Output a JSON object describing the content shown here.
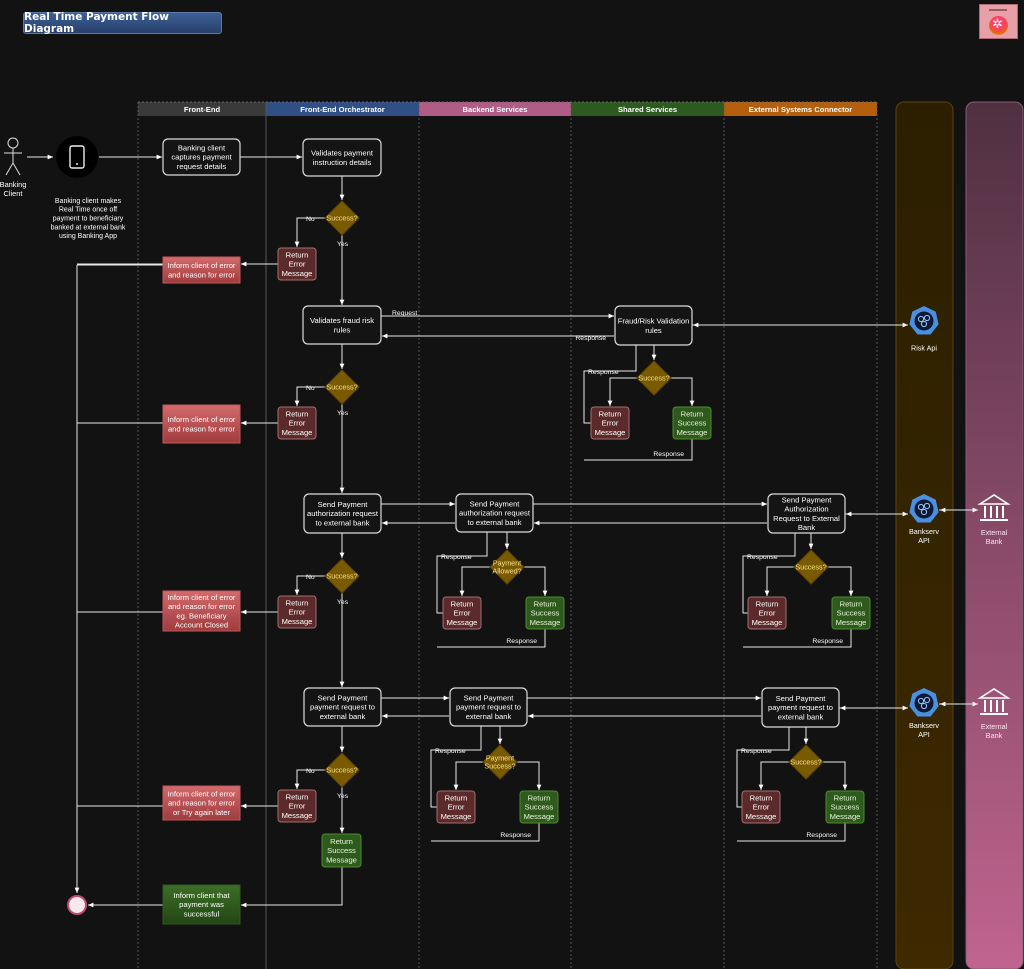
{
  "title": "Real Time Payment Flow Diagram",
  "logo_icon": "brand-logo-icon",
  "lanes": [
    {
      "id": "frontend",
      "label": "Front-End",
      "color": "#3a3a3a"
    },
    {
      "id": "orchestrator",
      "label": "Front-End Orchestrator",
      "color": "#2f4f86"
    },
    {
      "id": "backend",
      "label": "Backend Services",
      "color": "#b05c86"
    },
    {
      "id": "shared",
      "label": "Shared Services",
      "color": "#2d5a1f"
    },
    {
      "id": "external",
      "label": "External Systems Connector",
      "color": "#b35f0c"
    }
  ],
  "side_pools": {
    "api_pool_color": "#2e2000",
    "bank_pool_color": "#6a3550"
  },
  "actor": {
    "label_line1": "Banking",
    "label_line2": "Client",
    "icon": "person-icon"
  },
  "app_icon": {
    "icon": "mobile-phone-icon"
  },
  "app_description": [
    "Banking client makes",
    "Real Time once off",
    "payment to beneficiary",
    "banked at external bank",
    "using Banking App"
  ],
  "nodes": {
    "capture": [
      "Banking client",
      "captures payment",
      "request details"
    ],
    "validate": [
      "Validates payment",
      "instruction details"
    ],
    "fraud": [
      "Validates fraud risk",
      "rules"
    ],
    "fraud_service": [
      "Fraud/Risk Validation",
      "rules"
    ],
    "auth_orch": [
      "Send Payment",
      "authorization request",
      "to external bank"
    ],
    "auth_backend": [
      "Send Payment",
      "authorization request",
      "to external bank"
    ],
    "auth_external": [
      "Send Payment",
      "Authorization",
      "Request to External",
      "Bank"
    ],
    "pay_orch": [
      "Send Payment",
      "payment request to",
      "external bank"
    ],
    "pay_backend": [
      "Send Payment",
      "payment request to",
      "external bank"
    ],
    "pay_external": [
      "Send Payment",
      "payment request to",
      "external bank"
    ]
  },
  "inform_error": [
    [
      "Inform client of error",
      "and reason for error"
    ],
    [
      "Inform client of error",
      "and reason for error"
    ],
    [
      "Inform client of error",
      "and reason for error",
      "eg. Beneficiary",
      "Account Closed"
    ],
    [
      "Inform client of error",
      "and reason for error",
      "or Try again later"
    ]
  ],
  "inform_success": [
    "Inform client that",
    "payment was",
    "successful"
  ],
  "return_error": [
    "Return",
    "Error",
    "Message"
  ],
  "return_success": [
    "Return",
    "Success",
    "Message"
  ],
  "decisions": {
    "success": "Success?",
    "payment_allowed": [
      "Payment",
      "Allowed?"
    ],
    "payment_success": [
      "Payment",
      "Success?"
    ]
  },
  "edge_labels": {
    "no": "No",
    "yes": "Yes",
    "request": "Request",
    "response": "Response"
  },
  "systems": {
    "risk_api": "Risk Api",
    "bankserv_api": [
      "Bankserv",
      "API"
    ],
    "external_bank": [
      "External",
      "Bank"
    ]
  },
  "colors": {
    "error_box": "#5c2a2a",
    "success_box": "#2f5a1e",
    "inform_error": "#c0585a",
    "inform_success": "#2f5a1e",
    "decision": "#7a5a00",
    "api_icon": "#4a90e2"
  }
}
